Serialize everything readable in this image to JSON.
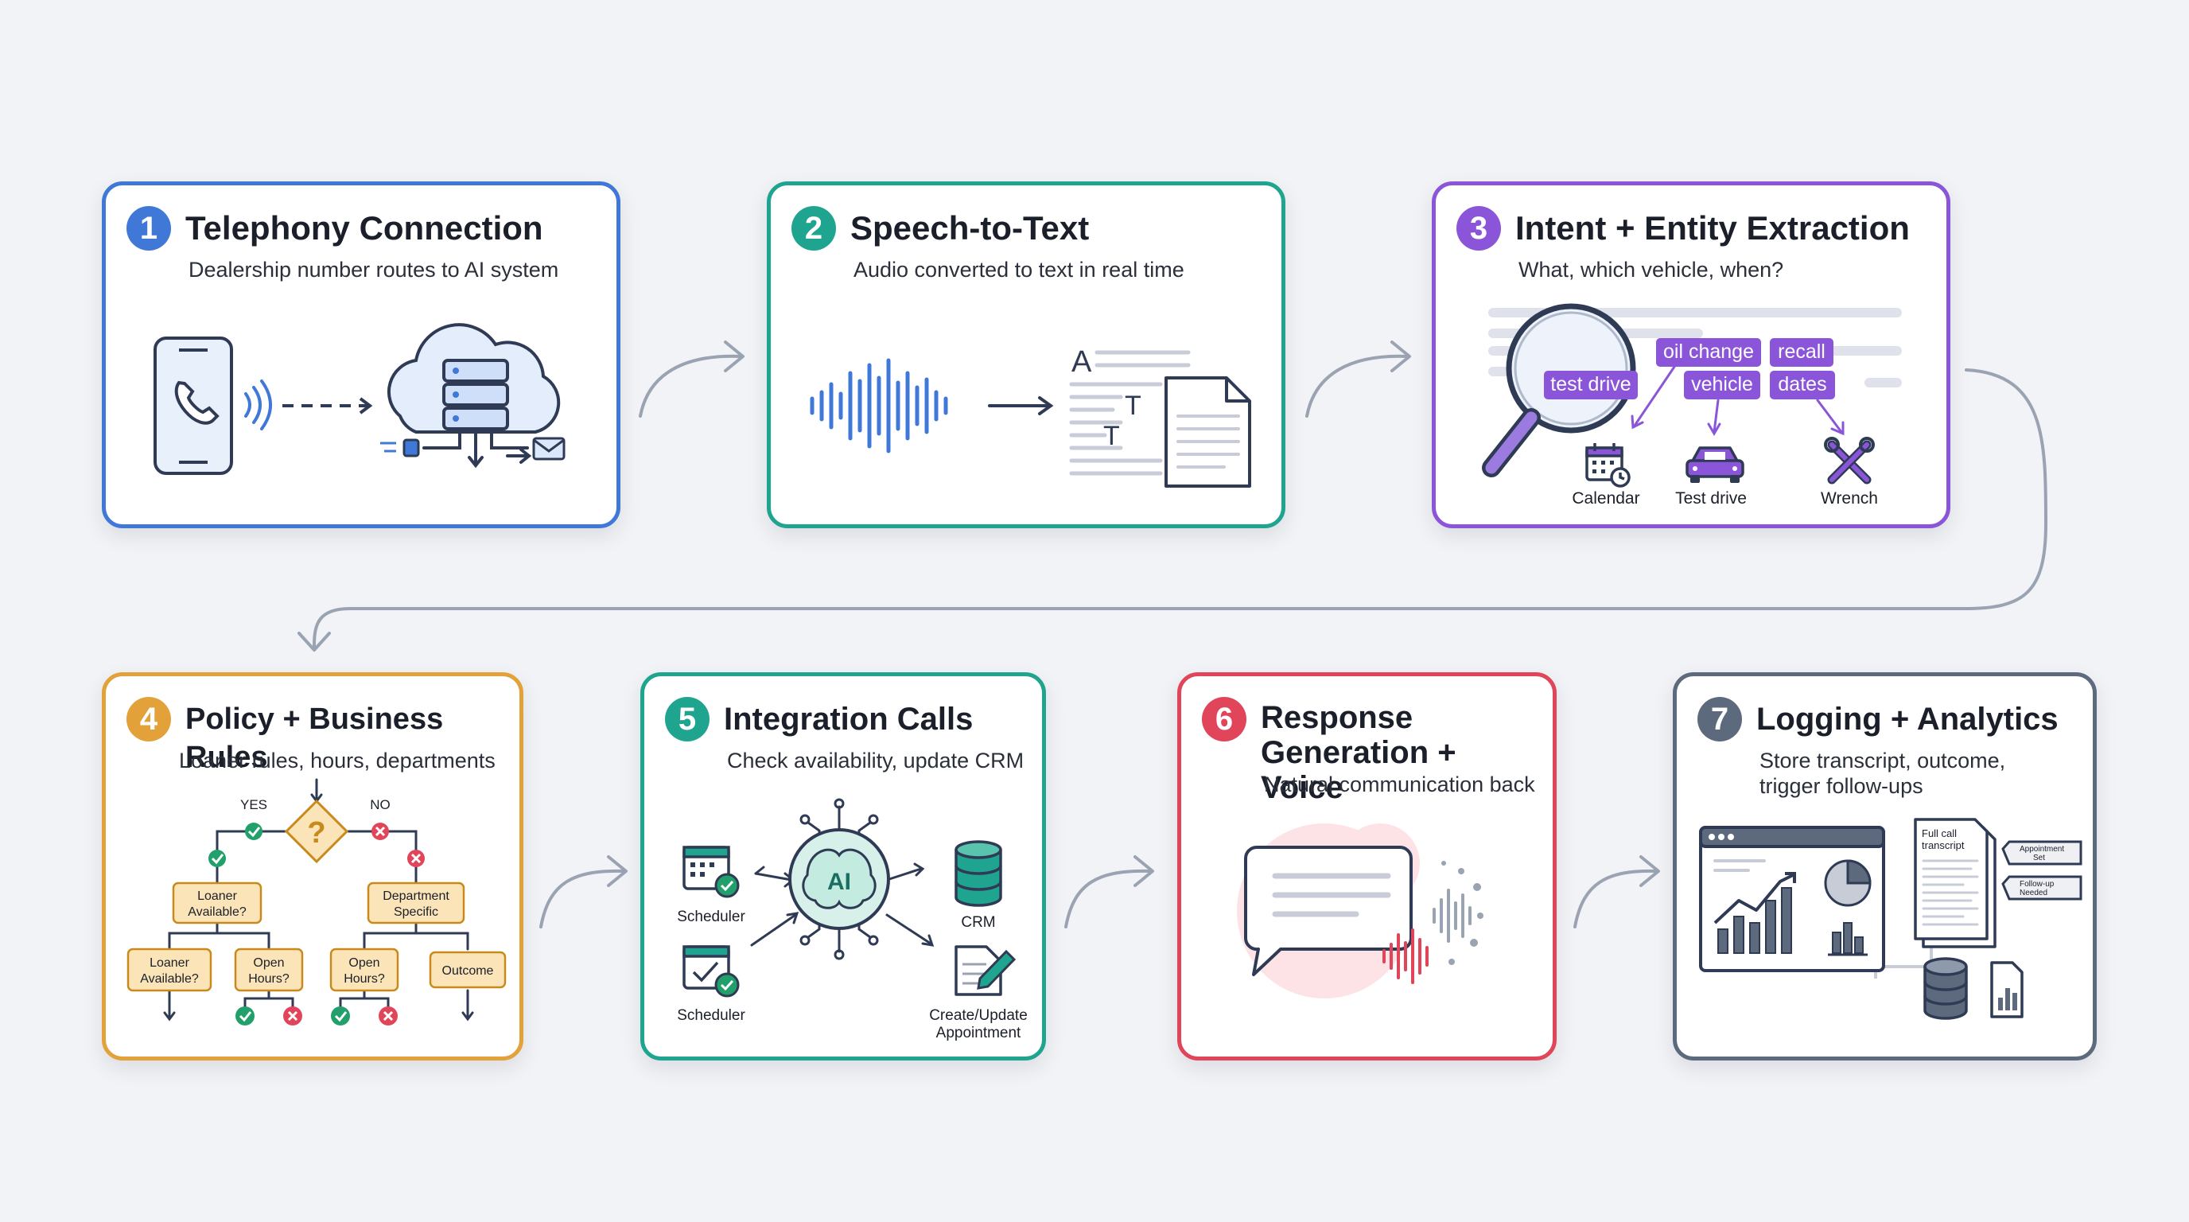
{
  "colors": {
    "blue": "#3f78d6",
    "teal": "#1fa58f",
    "purple": "#8a55d8",
    "orange": "#e3a13a",
    "green": "#22a06b",
    "red": "#e0455a",
    "slate": "#5d6a7e",
    "arrow": "#9aa3b2"
  },
  "steps": [
    {
      "number": "1",
      "title": "Telephony Connection",
      "subtitle": "Dealership number routes to AI system"
    },
    {
      "number": "2",
      "title": "Speech-to-Text",
      "subtitle": "Audio converted to text in real time"
    },
    {
      "number": "3",
      "title": "Intent + Entity Extraction",
      "subtitle": "What, which vehicle, when?"
    },
    {
      "number": "4",
      "title": "Policy + Business Rules",
      "subtitle": "Loaner rules, hours, departments"
    },
    {
      "number": "5",
      "title": "Integration Calls",
      "subtitle": "Check availability, update CRM"
    },
    {
      "number": "6",
      "title_line1": "Response",
      "title_line2": "Generation + Voice",
      "subtitle": "Natural communication back"
    },
    {
      "number": "7",
      "title": "Logging + Analytics",
      "subtitle_line1": "Store transcript, outcome,",
      "subtitle_line2": "trigger follow-ups"
    }
  ],
  "speech": {
    "letter_a": "A",
    "letter_t1": "T",
    "letter_t2": "T"
  },
  "intent": {
    "tags": [
      "oil change",
      "recall",
      "test drive",
      "vehicle",
      "dates"
    ],
    "icon_labels": [
      "Calendar",
      "Test drive",
      "Wrench"
    ],
    "icons": [
      "calendar-icon",
      "car-icon",
      "wrench-icon"
    ]
  },
  "policy": {
    "yes": "YES",
    "no": "NO",
    "question": "?",
    "loaner_available": "Loaner Available?",
    "department_specific": "Department Specific",
    "loaner_available_2": "Loaner Available?",
    "open_hours_1": "Open Hours?",
    "open_hours_2": "Open Hours?",
    "outcome": "Outcome"
  },
  "integration": {
    "hub": "AI",
    "scheduler_1": "Scheduler",
    "scheduler_2": "Scheduler",
    "crm": "CRM",
    "create_line1": "Create/Update",
    "create_line2": "Appointment"
  },
  "logging": {
    "transcript_line1": "Full call",
    "transcript_line2": "transcript",
    "tag1_line1": "Appointment",
    "tag1_line2": "Set",
    "tag2_line1": "Follow-up",
    "tag2_line2": "Needed"
  }
}
